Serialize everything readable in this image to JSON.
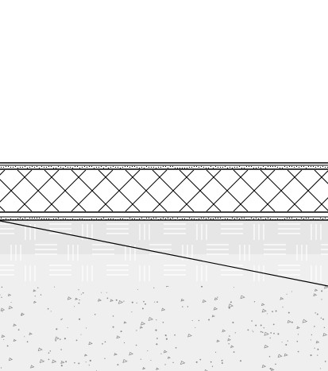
{
  "drawing": {
    "colors": {
      "background": "#ffffff",
      "line": "#000000",
      "paving": "#e6e6e6",
      "paving_band": "#d9d9d9",
      "concrete": "#efefef",
      "speckle": "#8a8a8a"
    },
    "layers": [
      {
        "name": "membrane-top",
        "pattern": "solid-lines"
      },
      {
        "name": "insulation-board",
        "pattern": "diagonal-crosshatch"
      },
      {
        "name": "membrane-bottom",
        "pattern": "solid-lines"
      },
      {
        "name": "brick-paving-bed",
        "pattern": "basketweave"
      },
      {
        "name": "concrete-substrate",
        "pattern": "stipple"
      }
    ],
    "slope_line": "present"
  }
}
